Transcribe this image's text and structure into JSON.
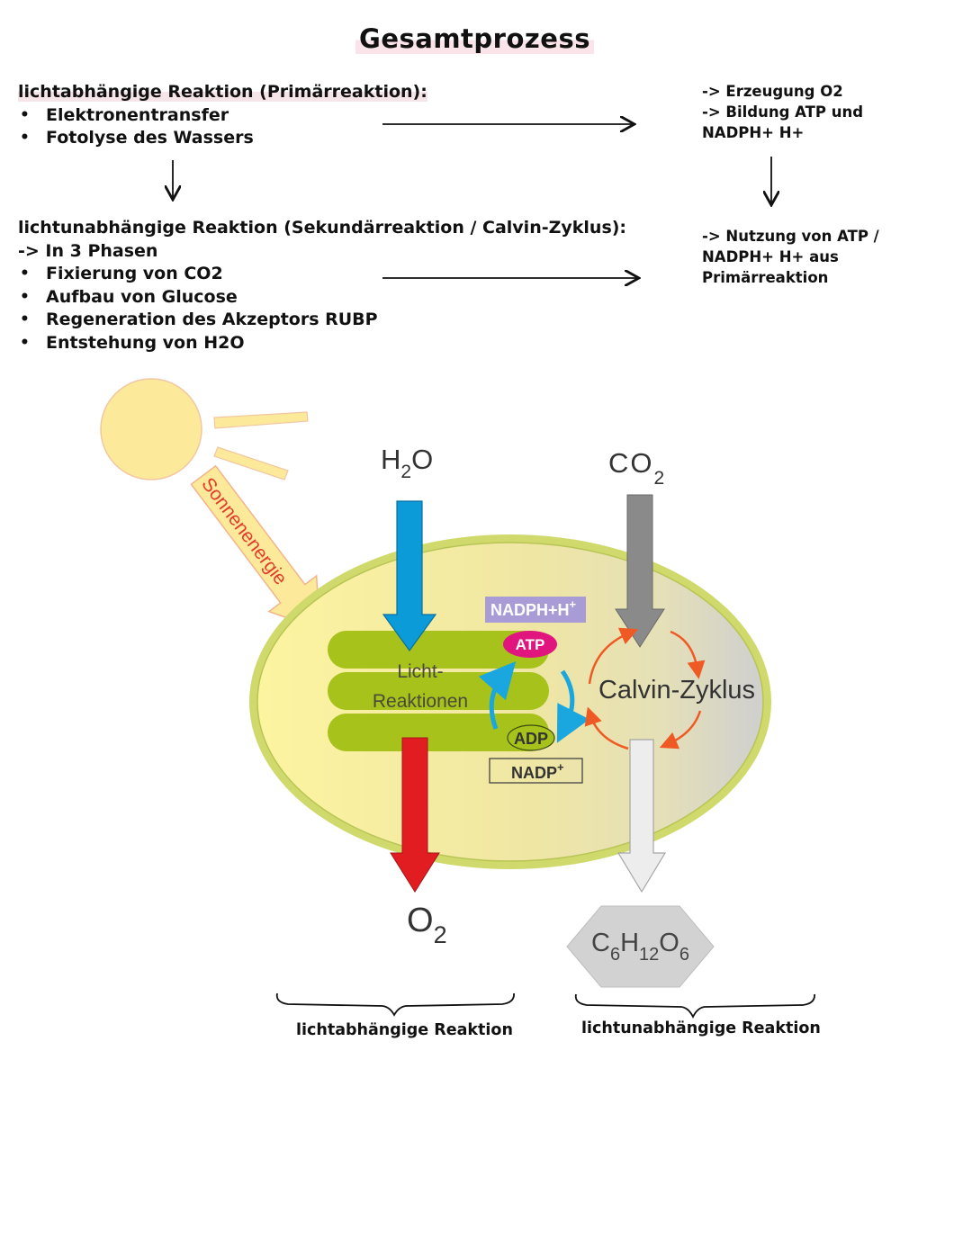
{
  "title": "Gesamtprozess",
  "primary": {
    "heading": "lichtabhängige Reaktion (Primärreaktion):",
    "bullets": [
      "Elektronentransfer",
      "Fotolyse des Wassers"
    ],
    "result_lines": [
      "-> Erzeugung O2",
      "-> Bildung ATP und",
      "NADPH+ H+"
    ]
  },
  "secondary": {
    "heading": "lichtunabhängige Reaktion (Sekundärreaktion / Calvin-Zyklus):",
    "subline": "-> In 3 Phasen",
    "bullets": [
      "Fixierung von CO2",
      "Aufbau von Glucose",
      "Regeneration des Akzeptors RUBP",
      "Entstehung von H2O"
    ],
    "result_lines": [
      "-> Nutzung von ATP /",
      "NADPH+ H+ aus",
      "Primärreaktion"
    ]
  },
  "diagram": {
    "sun_label": "Sonnenenergie",
    "h2o": {
      "base": "H",
      "sub": "2",
      "tail": "O"
    },
    "co2": {
      "base": "CO",
      "sub": "2"
    },
    "o2": {
      "base": "O",
      "sub": "2"
    },
    "glucose": {
      "c": "C",
      "c_sub": "6",
      "h": "H",
      "h_sub": "12",
      "o": "O",
      "o_sub": "6"
    },
    "light_reactions_line1": "Licht-",
    "light_reactions_line2": "Reaktionen",
    "calvin_cycle": "Calvin-Zyklus",
    "nadph": {
      "base": "NADPH+H",
      "sup": "+"
    },
    "atp": "ATP",
    "adp": "ADP",
    "nadp": {
      "base": "NADP",
      "sup": "+"
    }
  },
  "bottom_labels": [
    "lichtabhängige Reaktion",
    "lichtunabhängige Reaktion"
  ],
  "colors": {
    "water_arrow": "#0a9bd8",
    "co2_arrow": "#8a8a8a",
    "o2_arrow": "#e11d22",
    "glucose_arrow": "#ededed",
    "thylakoid": "#a6c21b",
    "chloroplast_border": "#c8d66a",
    "nadph_box": "#a89bd6",
    "atp_badge": "#e0157e",
    "sun": "#fde99a",
    "sun_label": "#e23a2b",
    "cycle_arrow": "#ef5a24"
  }
}
